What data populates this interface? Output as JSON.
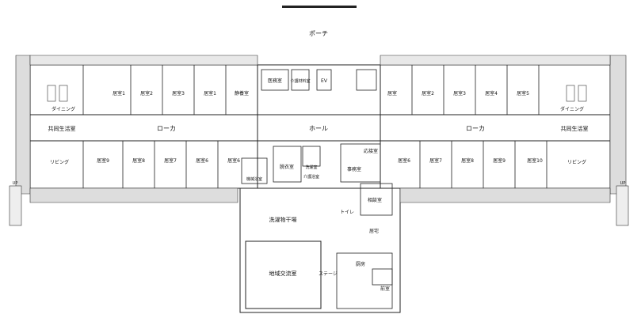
{
  "plan": {
    "porch": "ポーチ",
    "hall": "ホール",
    "lounge_left": "ローカ",
    "lounge_right": "ローカ",
    "common_left": "共同生活室",
    "common_right": "共同生活室",
    "dining_left": "ダイニング",
    "dining_right": "ダイニング",
    "living_left": "リビング",
    "living_right": "リビング",
    "rooms_top_left": [
      "居室1",
      "居室2",
      "居室3",
      "居室1",
      "静養室"
    ],
    "rooms_top_right": [
      "居室",
      "居室2",
      "居室3",
      "居室4",
      "居室5"
    ],
    "rooms_bottom_left": [
      "居室9",
      "居室8",
      "居室7",
      "居室6",
      "居室6"
    ],
    "rooms_bottom_right": [
      "居室6",
      "居室7",
      "居室8",
      "居室9",
      "居室10"
    ],
    "medical": "医務室",
    "care_storage": "介護材料室",
    "ev": "EV",
    "changing": "脱衣室",
    "machine_bath": "機械浴室",
    "washing": "洗濯室",
    "care_washing": "介護浴室",
    "reception": "応接室",
    "office": "事務室",
    "consult": "相談室",
    "living_quarters": "居宅",
    "laundry_dry": "洗濯物干場",
    "community": "地域交流室",
    "stage": "ステージ",
    "kitchen": "厨房",
    "front": "前室",
    "toilet": "トイレ",
    "flag_up": "UP"
  }
}
